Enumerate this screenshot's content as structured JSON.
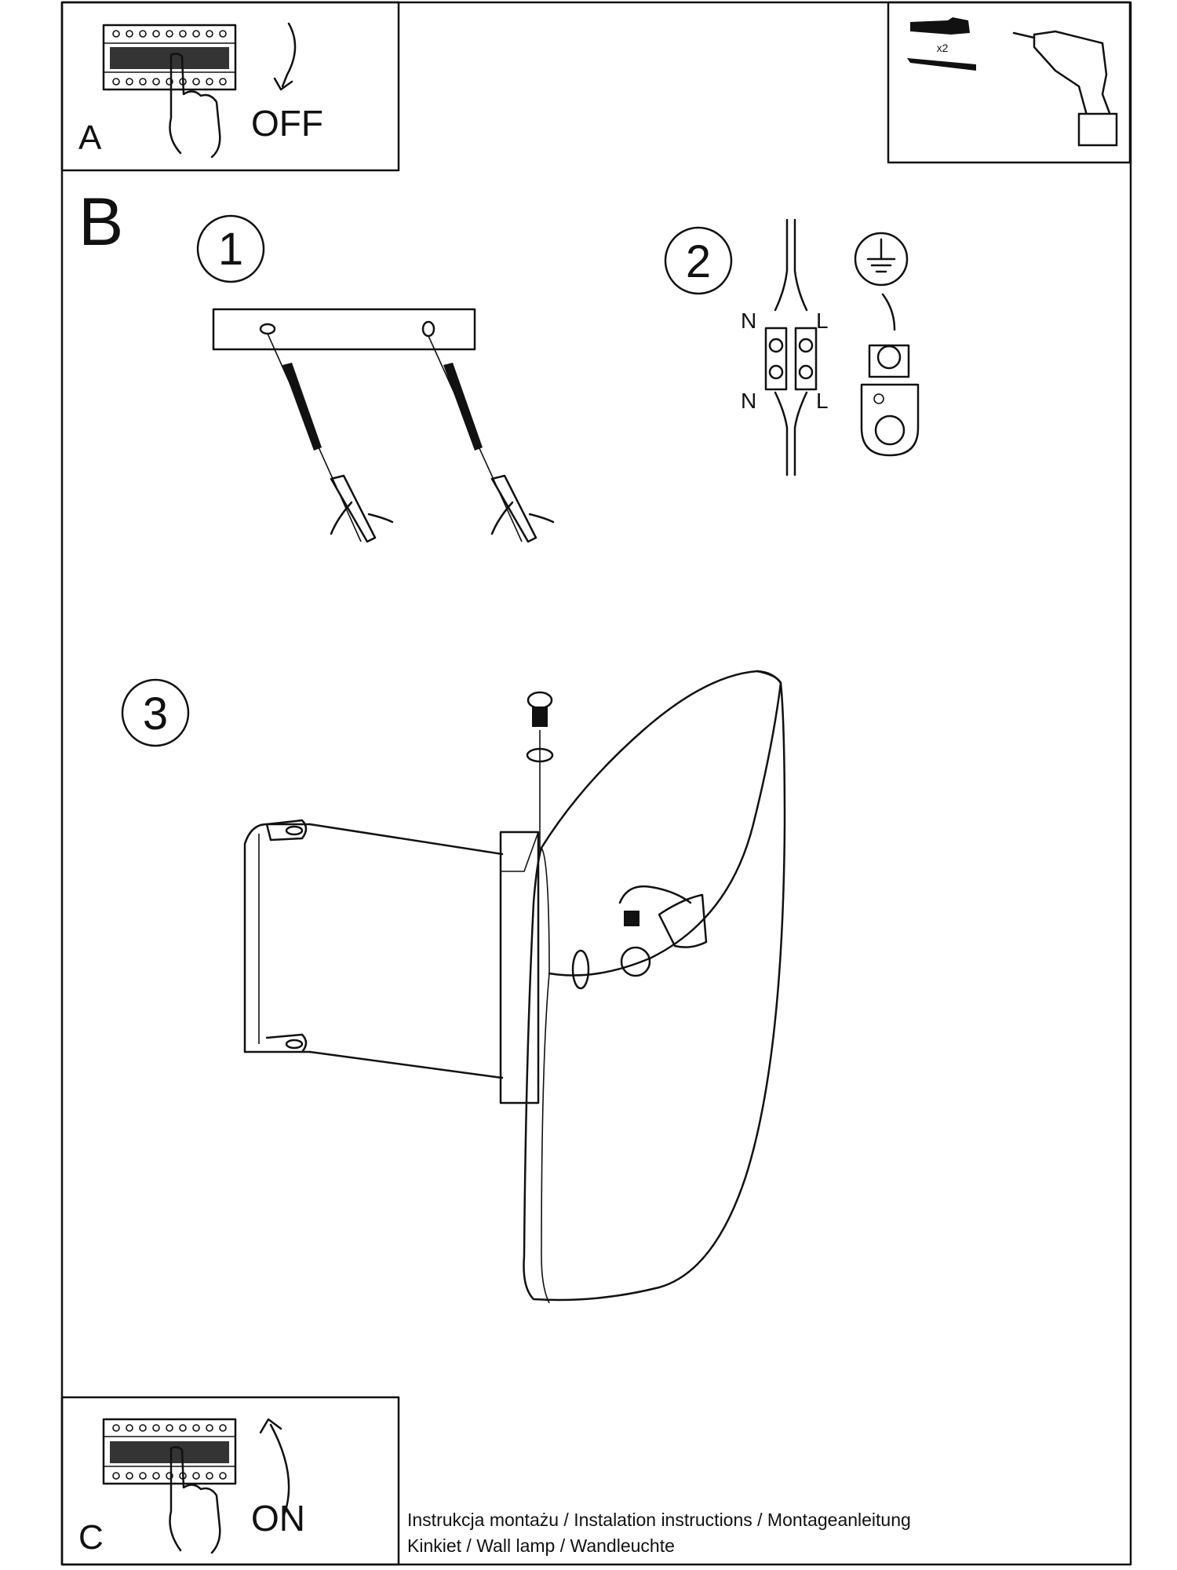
{
  "panel_a": {
    "letter": "A",
    "action": "OFF"
  },
  "tools": {
    "quantity": "x2"
  },
  "panel_b": {
    "letter": "B",
    "steps": [
      {
        "number": "1"
      },
      {
        "number": "2",
        "wire_labels": {
          "top_left": "N",
          "top_right": "L",
          "bottom_left": "N",
          "bottom_right": "L"
        }
      },
      {
        "number": "3"
      }
    ]
  },
  "panel_c": {
    "letter": "C",
    "action": "ON"
  },
  "footer": {
    "line1": "Instrukcja montażu / Instalation instructions / Montageanleitung",
    "line2": "Kinkiet  / Wall lamp / Wandleuchte"
  }
}
